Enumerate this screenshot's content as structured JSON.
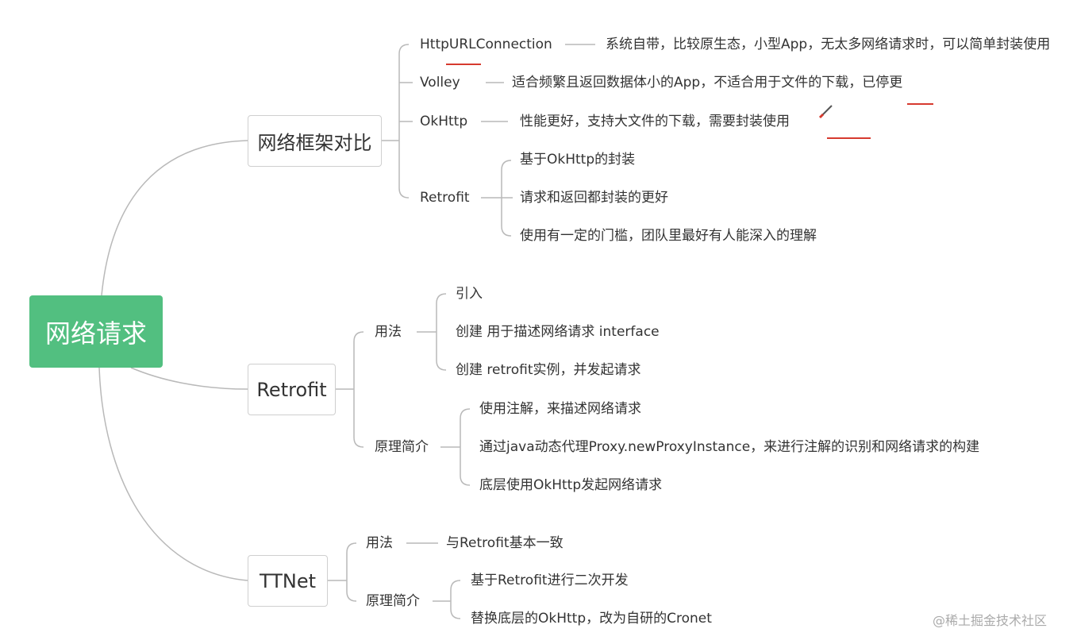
{
  "root": {
    "label": "网络请求",
    "color": "#52bf80"
  },
  "branches": [
    {
      "label": "网络框架对比",
      "children": [
        {
          "label": "HttpURLConnection",
          "notes": [
            "系统自带，比较原生态，小型App，无太多网络请求时，可以简单封装使用"
          ]
        },
        {
          "label": "Volley",
          "notes": [
            "适合频繁且返回数据体小的App，不适合用于文件的下载，已停更"
          ]
        },
        {
          "label": "OkHttp",
          "notes": [
            "性能更好，支持大文件的下载，需要封装使用"
          ]
        },
        {
          "label": "Retrofit",
          "notes": [
            "基于OkHttp的封装",
            "请求和返回都封装的更好",
            "使用有一定的门槛，团队里最好有人能深入的理解"
          ]
        }
      ]
    },
    {
      "label": "Retrofit",
      "children": [
        {
          "label": "用法",
          "notes": [
            "引入",
            "创建 用于描述网络请求 interface",
            "创建 retrofit实例，并发起请求"
          ]
        },
        {
          "label": "原理简介",
          "notes": [
            "使用注解，来描述网络请求",
            "通过java动态代理Proxy.newProxyInstance，来进行注解的识别和网络请求的构建",
            "底层使用OkHttp发起网络请求"
          ]
        }
      ]
    },
    {
      "label": "TTNet",
      "children": [
        {
          "label": "用法",
          "notes": [
            "与Retrofit基本一致"
          ]
        },
        {
          "label": "原理简介",
          "notes": [
            "基于Retrofit进行二次开发",
            "替换底层的OkHttp，改为自研的Cronet"
          ]
        }
      ]
    }
  ],
  "watermark": "@稀土掘金技术社区",
  "annotation_color": "#d63a2f",
  "line_color": "#b9b9b9"
}
